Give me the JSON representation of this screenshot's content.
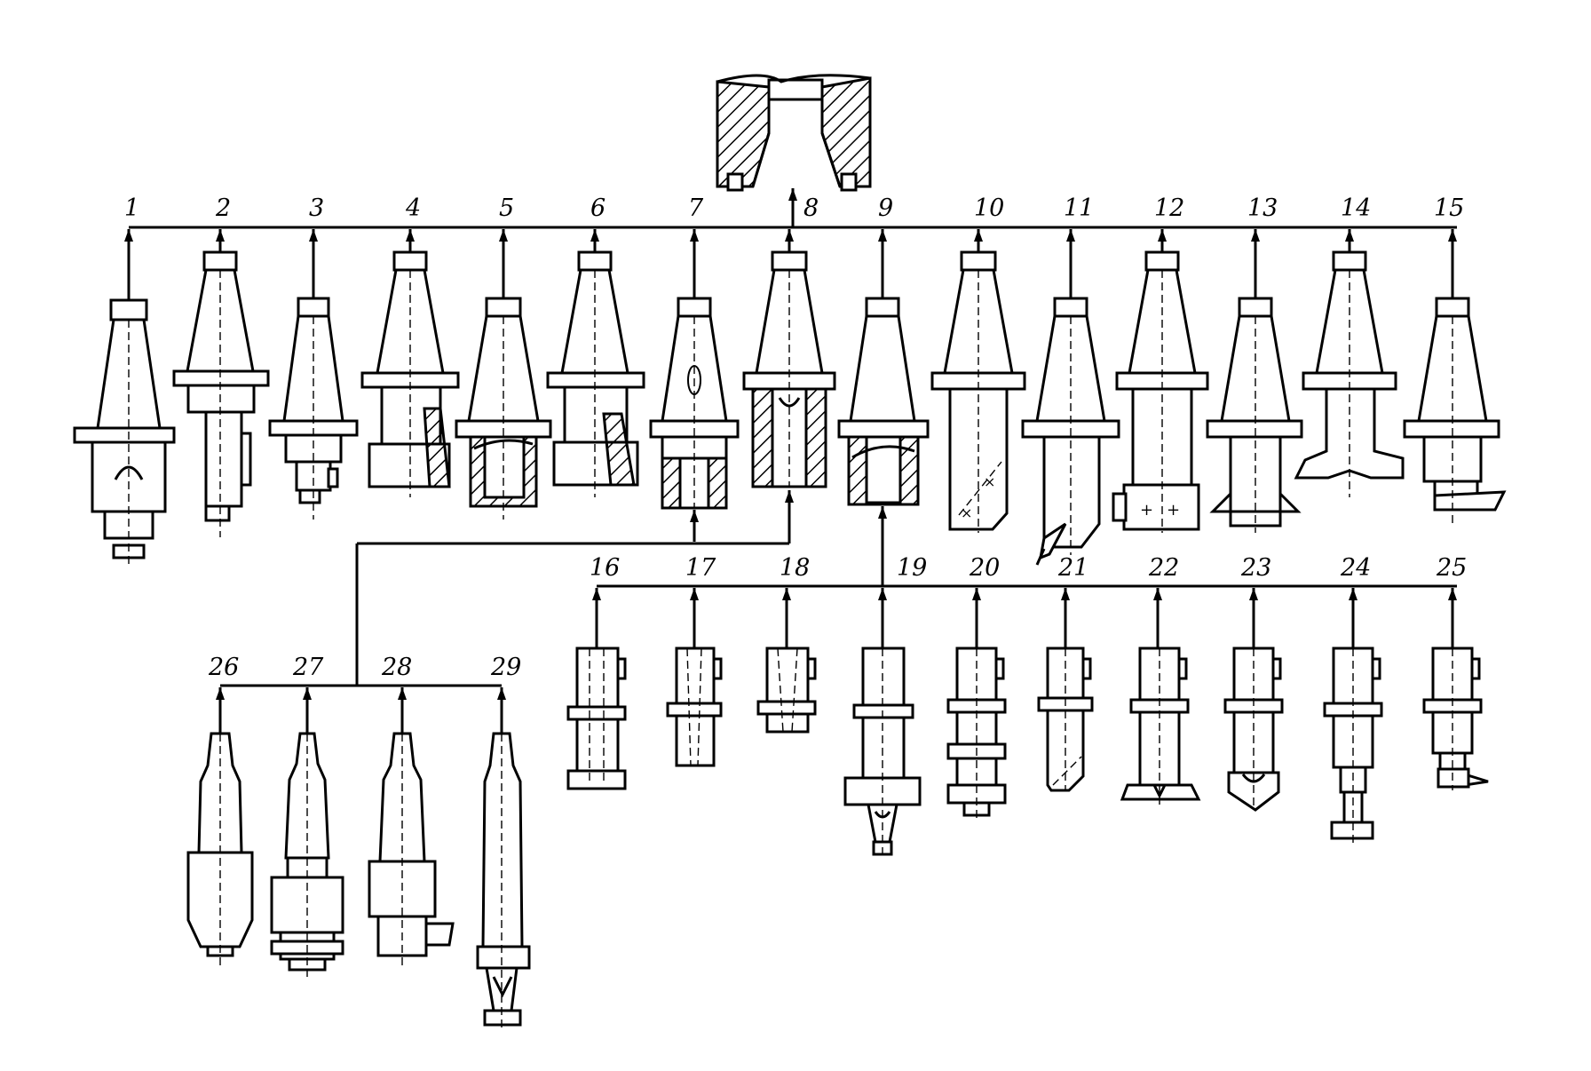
{
  "labels": {
    "t1": "1",
    "t2": "2",
    "t3": "3",
    "t4": "4",
    "t5": "5",
    "t6": "6",
    "t7": "7",
    "t8": "8",
    "t9": "9",
    "t10": "10",
    "t11": "11",
    "t12": "12",
    "t13": "13",
    "t14": "14",
    "t15": "15",
    "t16": "16",
    "t17": "17",
    "t18": "18",
    "t19": "19",
    "t20": "20",
    "t21": "21",
    "t22": "22",
    "t23": "23",
    "t24": "24",
    "t25": "25",
    "t26": "26",
    "t27": "27",
    "t28": "28",
    "t29": "29"
  }
}
